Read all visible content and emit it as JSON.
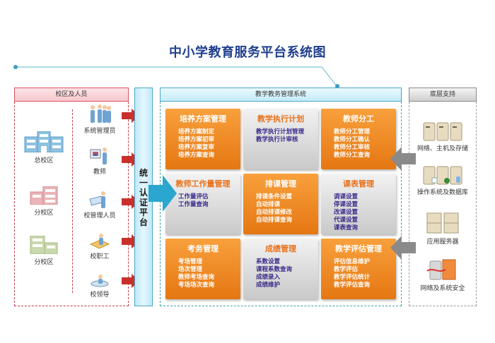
{
  "title": "中小学教育服务平台系统图",
  "left": {
    "header": "校区及人员",
    "campuses": [
      {
        "label": "总校区",
        "color": "#7fb3d6"
      },
      {
        "label": "分校区",
        "color": "#e6a3a8"
      },
      {
        "label": "分校区",
        "color": "#b9cc9a"
      }
    ],
    "people": [
      {
        "label": "系统管理员",
        "icon": "group-people-icon"
      },
      {
        "label": "教师",
        "icon": "teacher-icon"
      },
      {
        "label": "校管理人员",
        "icon": "manager-icon"
      },
      {
        "label": "校职工",
        "icon": "staff-icon"
      },
      {
        "label": "校领导",
        "icon": "leader-icon"
      }
    ]
  },
  "auth": {
    "label": "统一认证平台",
    "chars": [
      "统",
      "一",
      "认",
      "证",
      "平",
      "台"
    ]
  },
  "center": {
    "header": "教学教务管理系统",
    "modules": [
      {
        "title": "培养方案管理",
        "style": "orange",
        "items": [
          "培养方案制定",
          "培养方案初审",
          "培养方案复审",
          "培养方案查询"
        ]
      },
      {
        "title": "教学执行计划",
        "style": "gray",
        "items": [
          "教学执行计划管理",
          "教学执行计审核"
        ]
      },
      {
        "title": "教师分工",
        "style": "orange",
        "items": [
          "教师分工管理",
          "教师分工确认",
          "教师分工审核",
          "教师分工查询"
        ]
      },
      {
        "title": "教师工作量管理",
        "style": "gray",
        "items": [
          "工作量评估",
          "工作量查询"
        ]
      },
      {
        "title": "排课管理",
        "style": "orange",
        "items": [
          "排课条件设置",
          "自动排课",
          "自动排课修改",
          "自动排课查询"
        ]
      },
      {
        "title": "课表管理",
        "style": "gray",
        "items": [
          "调课设置",
          "停课设置",
          "改课设置",
          "代课设置",
          "课表查询"
        ]
      },
      {
        "title": "考务管理",
        "style": "orange",
        "items": [
          "考场管理",
          "场次管理",
          "教师考场查询",
          "考场场次查询"
        ]
      },
      {
        "title": "成绩管理",
        "style": "gray",
        "items": [
          "系数设置",
          "课程系数查询",
          "成绩录入",
          "成绩维护"
        ]
      },
      {
        "title": "教学评估管理",
        "style": "orange",
        "items": [
          "评估信息维护",
          "教学评估",
          "教学评估统计",
          "教学评估查询"
        ]
      }
    ]
  },
  "right": {
    "header": "底层支持",
    "items": [
      {
        "label": "网络、主机及存储",
        "icon": "server-rack-icon"
      },
      {
        "label": "操作系统及数据库",
        "icon": "database-server-icon"
      },
      {
        "label": "应用服务器",
        "icon": "app-server-icon"
      },
      {
        "label": "网络及系统安全",
        "icon": "firewall-icon"
      }
    ]
  },
  "colors": {
    "title": "#1f3f8f",
    "orange_module": "#f08a24",
    "gray_module": "#dcdcdc",
    "red_arrow": "#c9302c",
    "blue_arrow": "#2aa6cf",
    "gray_arrow": "#8a8a8a"
  }
}
